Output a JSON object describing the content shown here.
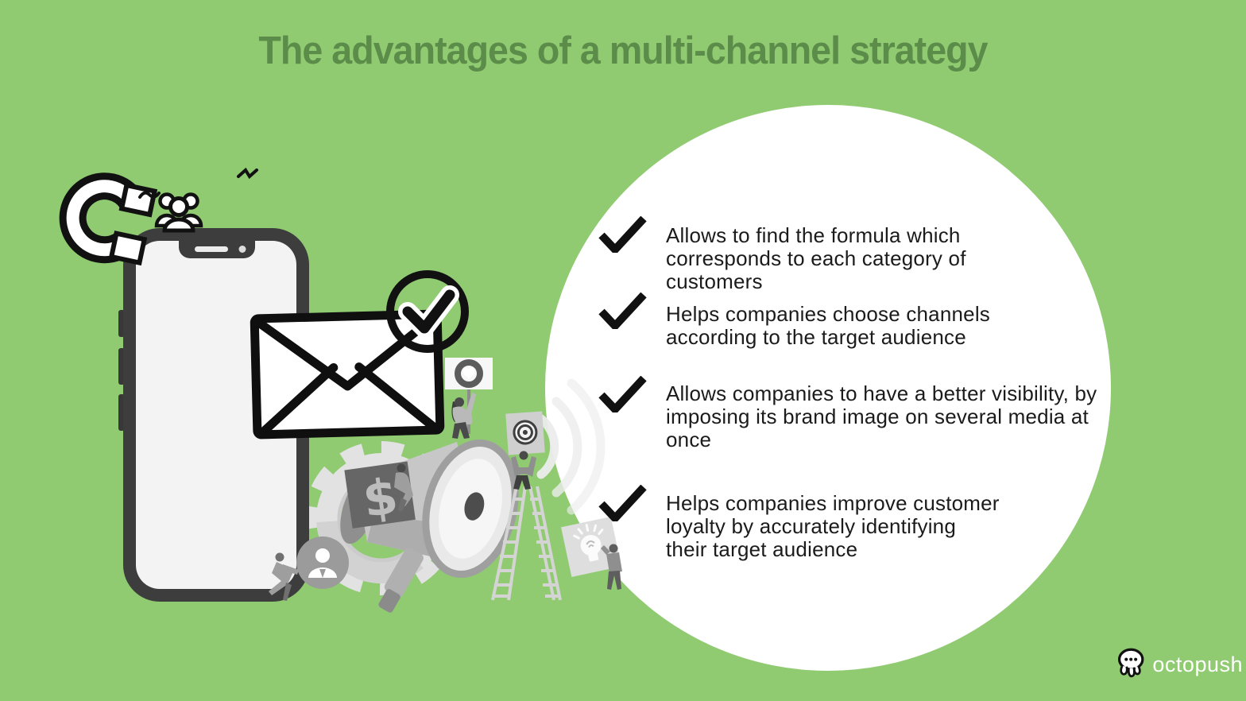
{
  "title": "The advantages of a multi-channel strategy",
  "bullets": [
    {
      "text": "Allows to find the formula which\ncorresponds to each category of\ncustomers"
    },
    {
      "text": "Helps companies choose channels\naccording to the target audience"
    },
    {
      "text": "Allows companies to have a better visibility, by\nimposing its brand image on several media at\nonce"
    },
    {
      "text": "Helps companies improve customer\nloyalty by accurately identifying\ntheir target audience"
    }
  ],
  "logo": {
    "text": "octopush"
  },
  "illustration": {
    "dollar_symbol": "$",
    "items": [
      "magnet-icon",
      "audience-group-icon",
      "smartphone",
      "envelope",
      "check-circle",
      "gear",
      "dollar-card",
      "megaphone",
      "heart-sign",
      "signal-waves",
      "target-card",
      "ladder",
      "lightbulb-card",
      "user-badge",
      "people-figures"
    ]
  },
  "colors": {
    "background": "#90CB72",
    "title": "#5B8C49",
    "panel": "#FFFFFF",
    "body_text": "#1B1B1B",
    "ink": "#111111",
    "gray_light": "#E2E2E2",
    "gray_mid": "#B5B5B5",
    "gray_dark": "#6E6E6E",
    "phone_frame": "#3D3D3D"
  }
}
